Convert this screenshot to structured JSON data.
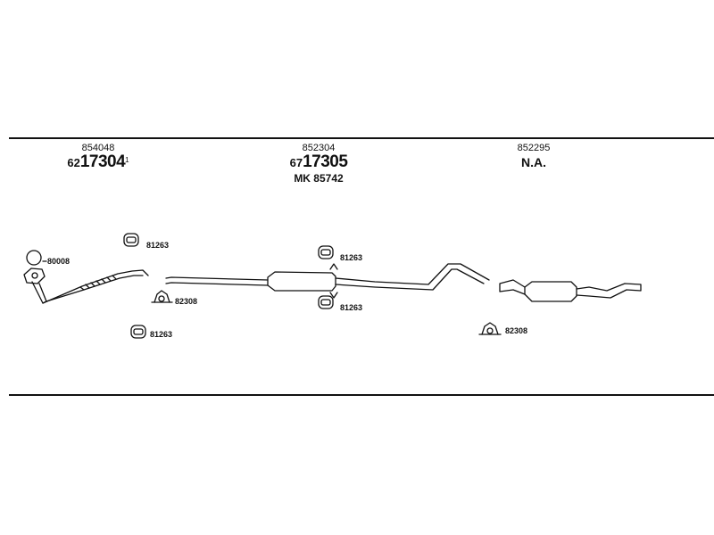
{
  "headers": [
    {
      "part_number": "854048",
      "ref_prefix": "62",
      "ref_main": "17304",
      "ref_sup": "1",
      "note": ""
    },
    {
      "part_number": "852304",
      "ref_prefix": "67",
      "ref_main": "17305",
      "ref_sup": "",
      "note": "MK 85742"
    },
    {
      "part_number": "852295",
      "ref_prefix": "",
      "ref_main": "N.A.",
      "ref_sup": "",
      "note": ""
    }
  ],
  "part_labels": {
    "gasket": "80008",
    "hanger_a": "81263",
    "clamp_a": "82308",
    "hanger_b": "81263",
    "hanger_c": "81263",
    "hanger_d": "81263",
    "clamp_b": "82308"
  },
  "colors": {
    "line": "#111111",
    "background": "#ffffff"
  }
}
